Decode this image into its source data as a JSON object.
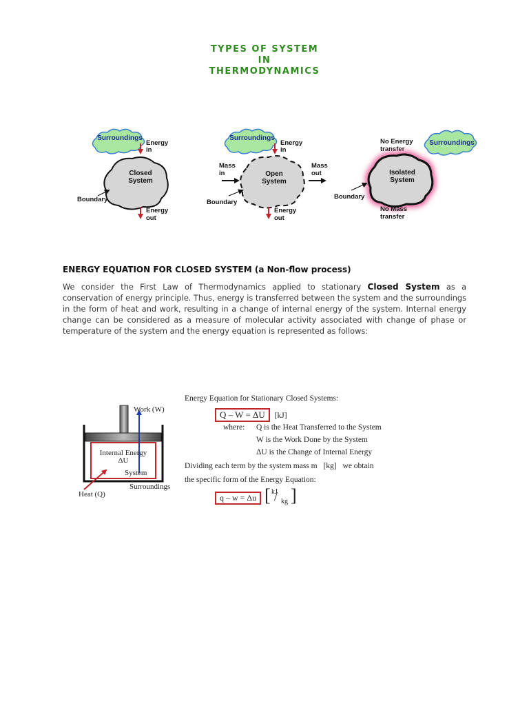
{
  "title": {
    "line1": "TYPES OF SYSTEM",
    "line2": "IN",
    "line3": "THERMODYNAMICS"
  },
  "diagram_systems": {
    "surroundings_label": "Surroundings",
    "closed": {
      "name_line1": "Closed",
      "name_line2": "System",
      "energy_in_line1": "Energy",
      "energy_in_line2": "in",
      "energy_out_line1": "Energy",
      "energy_out_line2": "out",
      "boundary": "Boundary"
    },
    "open": {
      "name_line1": "Open",
      "name_line2": "System",
      "energy_in_line1": "Energy",
      "energy_in_line2": "in",
      "energy_out_line1": "Energy",
      "energy_out_line2": "out",
      "mass_in_line1": "Mass",
      "mass_in_line2": "in",
      "mass_out_line1": "Mass",
      "mass_out_line2": "out",
      "boundary": "Boundary"
    },
    "isolated": {
      "name_line1": "Isolated",
      "name_line2": "System",
      "no_energy_line1": "No Energy",
      "no_energy_line2": "transfer",
      "no_mass_line1": "No Mass",
      "no_mass_line2": "transfer",
      "boundary": "Boundary"
    },
    "colors": {
      "blob_fill": "#d6d6d6",
      "cloud_fill": "#a9e6a0",
      "cloud_stroke": "#3b7fd1",
      "cloud_text": "#1a2f8a",
      "arrow": "#c0262c",
      "isolated_glow": "#e8609a"
    }
  },
  "section": {
    "heading": "ENERGY EQUATION FOR CLOSED SYSTEM (a Non-flow process)",
    "para_before": "We consider the First Law of Thermodynamics applied to stationary ",
    "para_bold": "Closed System",
    "para_after": " as a conservation of energy principle. Thus, energy is transferred between the system and the surroundings in the form of heat and work, resulting in a change of internal energy of the system. Internal energy change can be considered as a measure of molecular activity associated with change of phase or temperature of the system and the energy equation is represented as follows:"
  },
  "piston_diagram": {
    "work_label": "Work (W)",
    "internal_energy_line1": "Internal Energy",
    "internal_energy_line2": "ΔU",
    "system_label": "System",
    "surroundings_label": "Surroundings",
    "heat_label": "Heat (Q)"
  },
  "equations": {
    "header": "Energy Equation for Stationary Closed Systems:",
    "eq1": "Q – W = ΔU",
    "eq1_unit": "[kJ]",
    "where_label": "where:",
    "def_q": "Q is the Heat Transferred to the System",
    "def_w": "W is the Work Done by the System",
    "def_u": "ΔU is the Change of Internal Energy",
    "dividing_text": "Dividing each term by the system mass m",
    "mass_unit": "[kg]",
    "obtain_text": "we obtain",
    "specific_text": "the specific form of the Energy Equation:",
    "eq2": "q – w = Δu",
    "eq2_unit_num": "kJ",
    "eq2_unit_den": "kg"
  }
}
